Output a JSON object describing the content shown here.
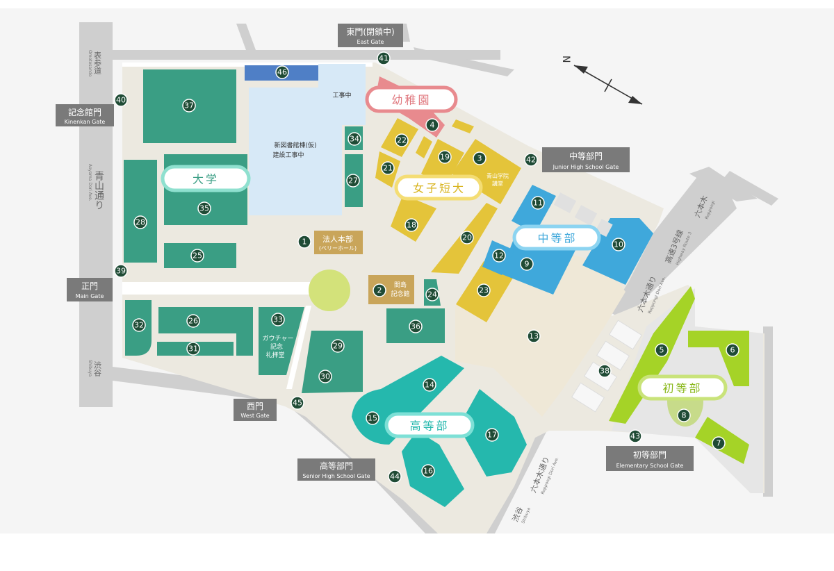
{
  "colors": {
    "university": "#3a9e84",
    "junior_college": "#e4c43a",
    "junior_high": "#3fa8db",
    "senior_high": "#25b8ad",
    "elementary": "#a5d327",
    "kindergarten": "#e88a8e",
    "admin": "#c9a55a",
    "library": "#d7e9f7",
    "blue_bar": "#4f7fc6",
    "ground": "#f1ede1",
    "gate_box": "#7a7a7a",
    "marker": "#1f4b35"
  },
  "schools": {
    "kindergarten": "幼稚園",
    "university": "大学",
    "junior_college": "女子短大",
    "junior_high": "中等部",
    "senior_high": "高等部",
    "elementary": "初等部"
  },
  "gates": {
    "east": {
      "jp": "東門(閉鎖中)",
      "en": "East Gate"
    },
    "kinenkan": {
      "jp": "記念館門",
      "en": "Kinenkan Gate"
    },
    "main": {
      "jp": "正門",
      "en": "Main Gate"
    },
    "west": {
      "jp": "西門",
      "en": "West Gate"
    },
    "senior_high": {
      "jp": "高等部門",
      "en": "Senior High School Gate"
    },
    "junior_high": {
      "jp": "中等部門",
      "en": "Junior High School Gate"
    },
    "elementary": {
      "jp": "初等部門",
      "en": "Elementary School Gate"
    }
  },
  "roads": {
    "omotesando": {
      "jp": "表参道",
      "en": "Omotesando"
    },
    "aoyama": {
      "jp": "青山通り",
      "en": "Aoyama Dori Ave."
    },
    "shibuya_left": {
      "jp": "渋谷",
      "en": "Shibuya"
    },
    "roppongi_center": {
      "jp": "六本木通り",
      "en": "Roppongi Dori Ave."
    },
    "shibuya_bottom": {
      "jp": "渋谷",
      "en": "Shibuya"
    },
    "roppongi_right": {
      "jp": "六本木通り",
      "en": "Roppongi Dori Ave."
    },
    "highway3": {
      "jp": "高速3号線",
      "en": "Highway Route 3"
    },
    "roppongi_far": {
      "jp": "六本木",
      "en": "Roppongi"
    }
  },
  "labels": {
    "under_construction": "工事中",
    "new_library_line1": "新図書館棟(仮)",
    "new_library_line2": "建設工事中",
    "hq_line1": "法人本部",
    "hq_line2": "(ベリーホール)",
    "mashima_line1": "間島",
    "mashima_line2": "記念館",
    "lecture_line1": "青山学院",
    "lecture_line2": "講堂",
    "chapel_line1": "ガウチャー",
    "chapel_line2": "記念",
    "chapel_line3": "礼拝堂"
  },
  "compass": {
    "north": "N"
  },
  "markers": {
    "m1": "1",
    "m2": "2",
    "m3": "3",
    "m4": "4",
    "m5": "5",
    "m6": "6",
    "m7": "7",
    "m8": "8",
    "m9": "9",
    "m10": "10",
    "m11": "11",
    "m12": "12",
    "m13": "13",
    "m14": "14",
    "m15": "15",
    "m16": "16",
    "m17": "17",
    "m18": "18",
    "m19": "19",
    "m20": "20",
    "m21": "21",
    "m22": "22",
    "m23": "23",
    "m24": "24",
    "m25": "25",
    "m26": "26",
    "m27": "27",
    "m28": "28",
    "m29": "29",
    "m30": "30",
    "m31": "31",
    "m32": "32",
    "m33": "33",
    "m34": "34",
    "m35": "35",
    "m36": "36",
    "m37": "37",
    "m38": "38",
    "m39": "39",
    "m40": "40",
    "m41": "41",
    "m42": "42",
    "m43": "43",
    "m44": "44",
    "m45": "45",
    "m46": "46"
  }
}
